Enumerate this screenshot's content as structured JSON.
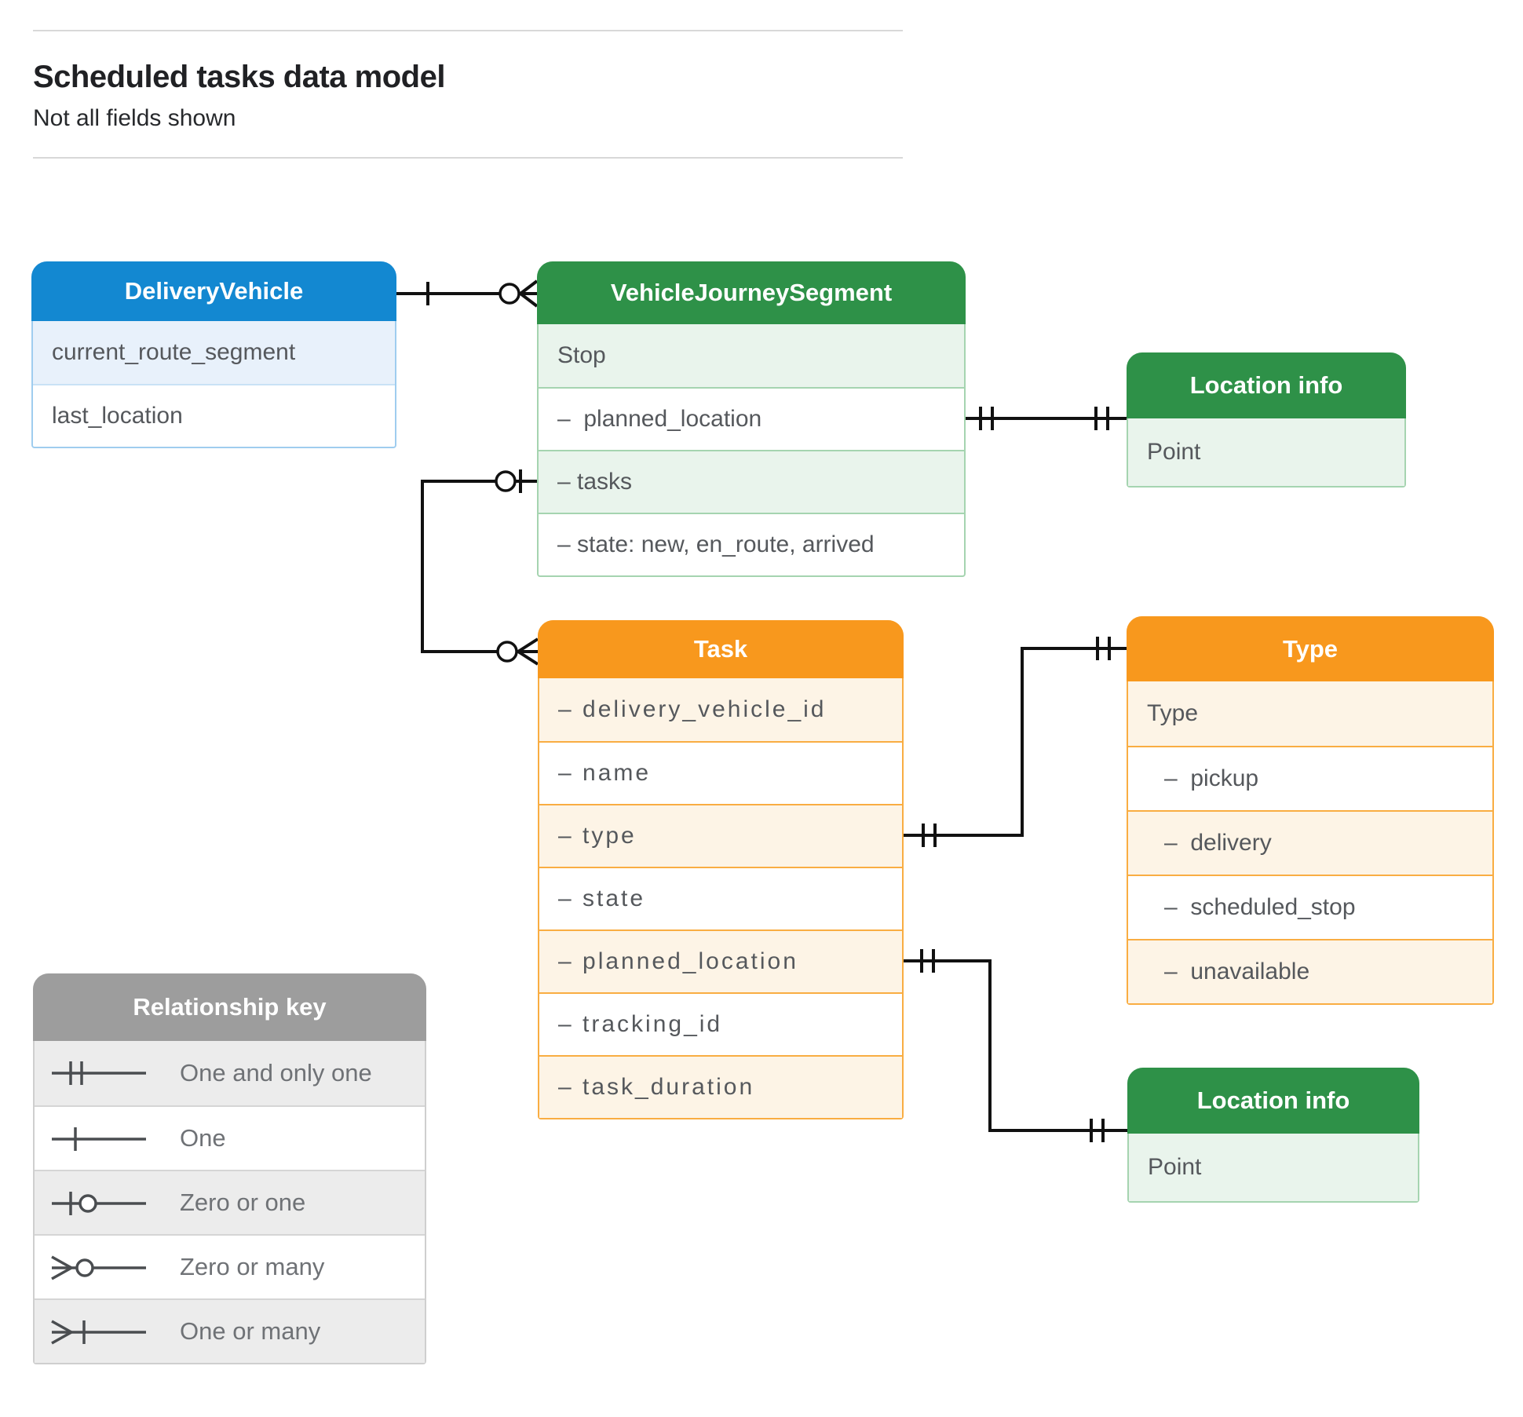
{
  "page": {
    "title": "Scheduled tasks data model",
    "subtitle": "Not all fields shown"
  },
  "colors": {
    "blue": "#1388d1",
    "blue-tint": "#e8f1fb",
    "blue-border": "#9fcdef",
    "green": "#2e9148",
    "green-tint": "#e9f4ec",
    "green-border": "#a5d4b0",
    "orange": "#f8981d",
    "orange-tint": "#fdf4e6",
    "orange-border": "#f9ad42",
    "gray": "#9d9d9d",
    "gray-tint": "#ececec",
    "gray-border": "#cfcfcf",
    "line": "#111111",
    "text": "#55585c",
    "title-text": "#202124"
  },
  "tables": {
    "delivery_vehicle": {
      "title": "DeliveryVehicle",
      "rows": [
        {
          "label": "current_route_segment"
        },
        {
          "label": "last_location"
        }
      ]
    },
    "vehicle_journey_segment": {
      "title": "VehicleJourneySegment",
      "rows": [
        {
          "label": "Stop"
        },
        {
          "label": "–  planned_location"
        },
        {
          "label": "– tasks"
        },
        {
          "label": "– state: new, en_route, arrived"
        }
      ]
    },
    "location_info_top": {
      "title": "Location info",
      "rows": [
        {
          "label": "Point"
        }
      ]
    },
    "task": {
      "title": "Task",
      "rows": [
        {
          "label": "– delivery_vehicle_id"
        },
        {
          "label": "– name"
        },
        {
          "label": "– type"
        },
        {
          "label": "– state"
        },
        {
          "label": "– planned_location"
        },
        {
          "label": "– tracking_id"
        },
        {
          "label": "– task_duration"
        }
      ]
    },
    "type": {
      "title": "Type",
      "rows": [
        {
          "label": "Type"
        },
        {
          "label": "–  pickup"
        },
        {
          "label": "–  delivery"
        },
        {
          "label": "–  scheduled_stop"
        },
        {
          "label": "–  unavailable"
        }
      ]
    },
    "location_info_bottom": {
      "title": "Location info",
      "rows": [
        {
          "label": "Point"
        }
      ]
    }
  },
  "legend": {
    "title": "Relationship key",
    "items": [
      {
        "symbol": "one-and-only-one",
        "label": "One and only one"
      },
      {
        "symbol": "one",
        "label": "One"
      },
      {
        "symbol": "zero-or-one",
        "label": "Zero or one"
      },
      {
        "symbol": "zero-or-many",
        "label": "Zero or many"
      },
      {
        "symbol": "one-or-many",
        "label": "One or many"
      }
    ]
  }
}
